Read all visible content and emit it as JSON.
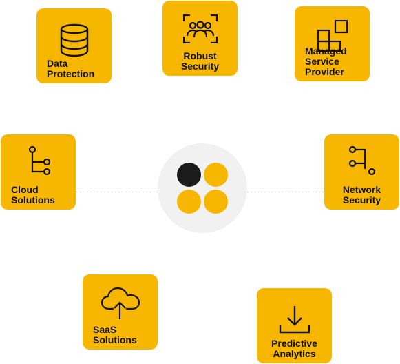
{
  "colors": {
    "accent": "#f7b600",
    "hub_bg": "#f1f1f1",
    "dark": "#1b1b1b",
    "text": "#111111"
  },
  "cards": {
    "data_protection": {
      "label": "Data\nProtection",
      "icon": "database-icon"
    },
    "robust_security": {
      "label": "Robust\nSecurity",
      "icon": "team-scan-icon"
    },
    "managed_service_provider": {
      "label": "Managed\nService\nProvider",
      "icon": "blocks-icon"
    },
    "cloud_solutions": {
      "label": "Cloud\nSolutions",
      "icon": "branch-icon"
    },
    "network_security": {
      "label": "Network\nSecurity",
      "icon": "network-branch-icon"
    },
    "saas_solutions": {
      "label": "SaaS\nSolutions",
      "icon": "cloud-upload-icon"
    },
    "predictive_analytics": {
      "label": "Predictive\nAnalytics",
      "icon": "download-icon"
    }
  },
  "hub": {
    "icon": "four-dots-logo"
  }
}
